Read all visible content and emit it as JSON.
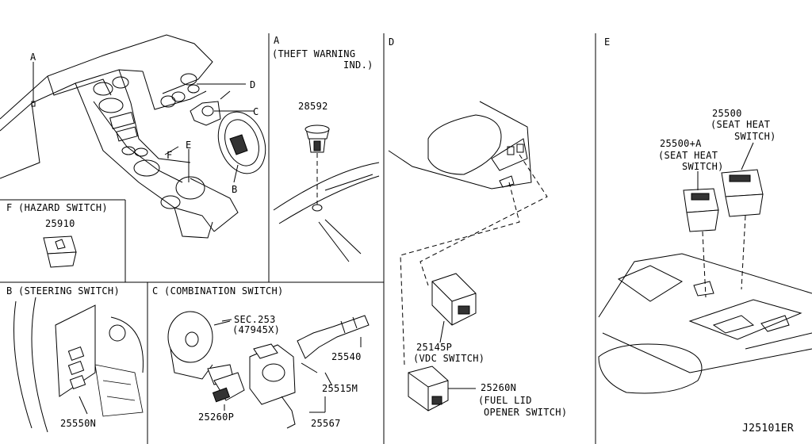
{
  "sections": {
    "a": {
      "letter": "A",
      "caption_line1": "(THEFT WARNING",
      "caption_line2": "IND.)",
      "part": "28592"
    },
    "d": {
      "letter": "D",
      "part1": "25145P",
      "part1_desc": "(VDC SWITCH)",
      "part2": "25260N",
      "part2_desc_line1": "(FUEL LID",
      "part2_desc_line2": "OPENER SWITCH)"
    },
    "e": {
      "letter": "E",
      "part1": "25500",
      "part1_desc_line1": "(SEAT HEAT",
      "part1_desc_line2": "SWITCH)",
      "part2": "25500+A",
      "part2_desc_line1": "(SEAT HEAT",
      "part2_desc_line2": "SWITCH)"
    },
    "f": {
      "header": "F (HAZARD SWITCH)",
      "part": "25910"
    },
    "b": {
      "header": "B (STEERING SWITCH)",
      "part": "25550N"
    },
    "c": {
      "header": "C (COMBINATION SWITCH)",
      "ref1": "SEC.253",
      "ref2": "(47945X)",
      "part1": "25540",
      "part2": "25515M",
      "part3": "25567",
      "part4": "25260P"
    }
  },
  "overview": {
    "label_a": "A",
    "label_b": "B",
    "label_c": "C",
    "label_d": "D",
    "label_e": "E",
    "label_f": "F"
  },
  "diagram_code": "J25101ER"
}
